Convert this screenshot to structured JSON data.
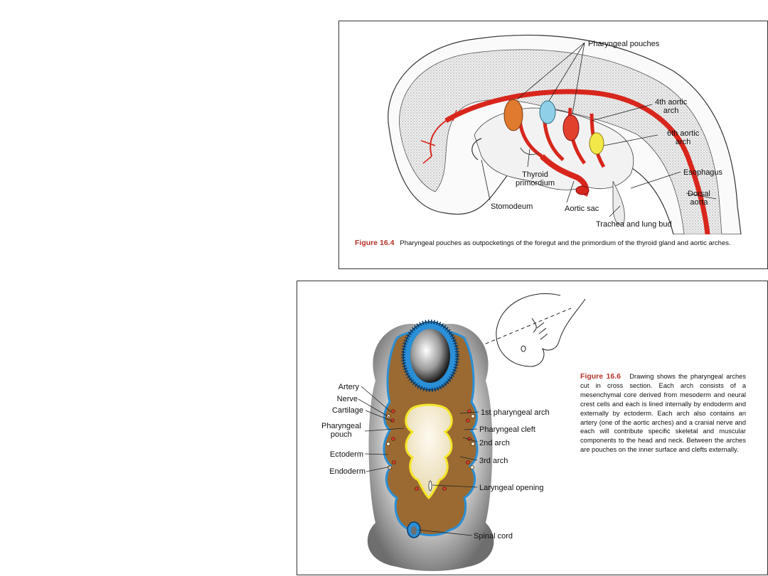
{
  "figure_top": {
    "labels": {
      "pharyngeal_pouches": "Pharyngeal pouches",
      "fourth_aortic_arch": [
        "4th aortic",
        "arch"
      ],
      "sixth_aortic_arch": [
        "6th aortic",
        "arch"
      ],
      "esophagus": "Esophagus",
      "dorsal_aorta": [
        "Dorsal",
        "aorta"
      ],
      "thyroid_primordium": [
        "Thyroid",
        "primordium"
      ],
      "stomodeum": "Stomodeum",
      "aortic_sac": "Aortic sac",
      "trachea_lung_bud": "Trachea and lung bud"
    },
    "caption": {
      "figure_number": "Figure 16.4",
      "text": "Pharyngeal pouches as outpocketings of the foregut and the primordium of the thyroid gland and aortic arches."
    },
    "colors": {
      "vessel": "#d8261c",
      "pouch_orange": "#e07a2e",
      "pouch_blue": "#8fd0e8",
      "pouch_yellow": "#f3e84a",
      "stipple": "#dadada"
    }
  },
  "figure_bottom": {
    "labels": {
      "artery": "Artery",
      "nerve": "Nerve",
      "cartilage": "Cartilage",
      "pharyngeal_pouch": [
        "Pharyngeal",
        "pouch"
      ],
      "ectoderm": "Ectoderm",
      "endoderm": "Endoderm",
      "first_arch": "1st pharyngeal arch",
      "pharyngeal_cleft": "Pharyngeal cleft",
      "second_arch": "2nd arch",
      "third_arch": "3rd arch",
      "laryngeal_opening": "Laryngeal opening",
      "spinal_cord": "Spinal cord"
    },
    "caption": {
      "figure_number": "Figure 16.6",
      "text": "Drawing shows the pharyngeal arches cut in cross section. Each arch consists of a mesenchymal core derived from mesoderm and neural crest cells and each is lined internally by endoderm and externally by ectoderm. Each arch also contains an artery (one of the aortic arches) and a cranial nerve and each will contribute specific skeletal and muscular components to the head and neck. Between the arches are pouches on the inner surface and clefts externally."
    },
    "colors": {
      "mesenchyme": "#9a6a32",
      "ectoderm_blue": "#2a8fd6",
      "endoderm_yellow": "#f5e62a",
      "pharynx_cream": "#f3ead0"
    }
  }
}
